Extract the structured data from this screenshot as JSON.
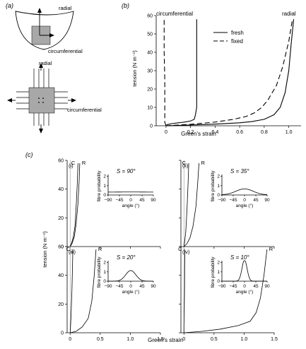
{
  "panels": {
    "a": {
      "label": "(a)",
      "radial": "radial",
      "circumferential": "circumferential"
    },
    "b": {
      "label": "(b)",
      "circ_label": "circumferential",
      "radial_label": "radial"
    },
    "c": {
      "label": "(c)"
    }
  },
  "colors": {
    "line": "#000000",
    "sample": "#a8a8a8",
    "zero_line": "#999999"
  },
  "chart_data": [
    {
      "id": "b",
      "type": "line",
      "xlabel": "Green’s strain",
      "ylabel": "tension (N m⁻¹)",
      "xlim": [
        -0.08,
        1.1
      ],
      "ylim": [
        0,
        60
      ],
      "xticks": [
        0,
        0.2,
        0.4,
        0.6,
        0.8,
        1.0
      ],
      "xtick_labels": [
        "0",
        "0.2",
        "0.4",
        "0.6",
        "0.8",
        "1.0"
      ],
      "yticks": [
        0,
        10,
        20,
        30,
        40,
        50,
        60
      ],
      "legend": {
        "placement": "top-center",
        "entries": [
          "fresh",
          "fixed"
        ]
      },
      "series": [
        {
          "name": "fresh",
          "group": "circumferential",
          "dash": "solid",
          "x": [
            0.0,
            0.01,
            0.05,
            0.1,
            0.15,
            0.2,
            0.23,
            0.24,
            0.25,
            0.25,
            0.25,
            0.25,
            0.25
          ],
          "y": [
            0,
            0.6,
            1.2,
            1.6,
            2.0,
            2.6,
            3.5,
            6,
            10,
            20,
            35,
            50,
            58
          ]
        },
        {
          "name": "fixed",
          "group": "circumferential",
          "dash": "dashed",
          "x": [
            0.0,
            -0.01,
            -0.01,
            -0.01,
            -0.015,
            -0.015,
            -0.015
          ],
          "y": [
            0,
            2,
            10,
            25,
            40,
            50,
            58
          ]
        },
        {
          "name": "fresh",
          "group": "radial",
          "dash": "solid",
          "x": [
            0.0,
            0.2,
            0.4,
            0.6,
            0.7,
            0.8,
            0.88,
            0.93,
            0.97,
            1.0,
            1.02,
            1.04
          ],
          "y": [
            0,
            0.4,
            0.9,
            1.6,
            2.3,
            3.5,
            6,
            10,
            18,
            30,
            45,
            58
          ]
        },
        {
          "name": "fixed",
          "group": "radial",
          "dash": "dashed",
          "x": [
            0.0,
            0.2,
            0.4,
            0.55,
            0.65,
            0.72,
            0.78,
            0.83,
            0.9,
            0.95,
            1.0,
            1.03
          ],
          "y": [
            0,
            0.8,
            2,
            3.5,
            5,
            7,
            10,
            14,
            22,
            32,
            46,
            58
          ]
        }
      ]
    },
    {
      "id": "c",
      "type": "line",
      "xlabel": "Green’s strain",
      "ylabel": "tension (N m⁻¹)",
      "xlim": [
        -0.05,
        1.5
      ],
      "ylim": [
        0,
        60
      ],
      "xticks": [
        0,
        0.5,
        1.0,
        1.5
      ],
      "xtick_labels": [
        "0",
        "0.5",
        "1.0",
        "1.5"
      ],
      "yticks": [
        0,
        20,
        40,
        60
      ],
      "inset_axes": {
        "xlabel": "angle (°)",
        "ylabel": "fibre probability",
        "xticks": [
          -90,
          -45,
          0,
          45,
          90
        ],
        "xtick_labels": [
          "−90",
          "−45",
          "0",
          "45",
          "90"
        ],
        "yticks": [
          0,
          1,
          2
        ],
        "xlim": [
          -90,
          90
        ],
        "ylim": [
          0,
          2.2
        ]
      },
      "subpanels": [
        {
          "label": "(i)",
          "S_text": "S = 90°",
          "sigma": 90,
          "curves": [
            {
              "name": "C",
              "x": [
                0,
                0.02,
                0.05,
                0.08,
                0.1,
                0.12,
                0.13
              ],
              "y": [
                0,
                2,
                6,
                14,
                28,
                45,
                58
              ]
            },
            {
              "name": "R",
              "x": [
                0,
                0.03,
                0.07,
                0.1,
                0.13,
                0.15,
                0.16
              ],
              "y": [
                0,
                2,
                7,
                16,
                30,
                46,
                58
              ]
            }
          ]
        },
        {
          "label": "(ii)",
          "S_text": "S = 35°",
          "sigma": 35,
          "curves": [
            {
              "name": "C",
              "x": [
                0,
                0.01,
                0.03,
                0.05,
                0.07,
                0.08
              ],
              "y": [
                0,
                3,
                10,
                25,
                45,
                58
              ]
            },
            {
              "name": "R",
              "x": [
                0,
                0.05,
                0.1,
                0.15,
                0.2,
                0.23,
                0.25
              ],
              "y": [
                0,
                2,
                6,
                14,
                28,
                45,
                58
              ]
            }
          ]
        },
        {
          "label": "(iii)",
          "S_text": "S = 20°",
          "sigma": 20,
          "curves": [
            {
              "name": "C",
              "x": [
                0,
                0.005,
                0.015,
                0.03,
                0.04,
                0.045
              ],
              "y": [
                0,
                3,
                12,
                30,
                48,
                58
              ]
            },
            {
              "name": "R",
              "x": [
                0,
                0.1,
                0.2,
                0.3,
                0.36,
                0.4,
                0.43
              ],
              "y": [
                0,
                1,
                4,
                10,
                22,
                40,
                58
              ]
            }
          ]
        },
        {
          "label": "(iv)",
          "S_text": "S = 10°",
          "sigma": 10,
          "curves": [
            {
              "name": "C",
              "x": [
                0,
                0.0,
                0.005,
                0.01,
                0.012,
                0.015
              ],
              "y": [
                0,
                5,
                15,
                30,
                45,
                58
              ]
            },
            {
              "name": "R",
              "x": [
                0,
                0.3,
                0.6,
                0.9,
                1.1,
                1.2,
                1.27,
                1.33,
                1.38
              ],
              "y": [
                0,
                1,
                2.5,
                5,
                8,
                14,
                24,
                40,
                58
              ]
            }
          ]
        }
      ]
    }
  ]
}
